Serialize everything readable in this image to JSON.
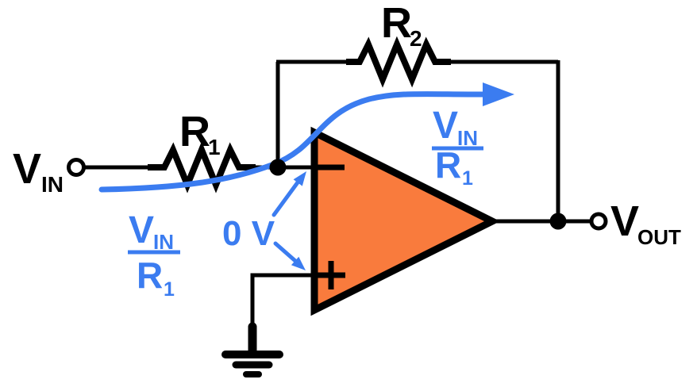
{
  "figure": {
    "title": "Inverting op-amp circuit with current-flow annotation",
    "type": "circuit-schematic"
  },
  "colors": {
    "annotation": "#3B7CF0",
    "opamp_fill": "#F97B3D",
    "wire": "#000000",
    "background": "#FFFFFF"
  },
  "labels": {
    "vin": {
      "base": "V",
      "sub": "IN"
    },
    "vout": {
      "base": "V",
      "sub": "OUT"
    },
    "r1": {
      "base": "R",
      "sub": "1"
    },
    "r2": {
      "base": "R",
      "sub": "2"
    },
    "virtual_ground": "0 V",
    "current_left": {
      "num_base": "V",
      "num_sub": "IN",
      "den_base": "R",
      "den_sub": "1"
    },
    "current_right": {
      "num_base": "V",
      "num_sub": "IN",
      "den_base": "R",
      "den_sub": "1"
    },
    "icons": {
      "inverting_input": "minus",
      "noninverting_input": "plus",
      "ground": "earth-ground",
      "input_terminal": "open-circle",
      "output_terminal": "open-circle",
      "current_arrow": "right-arrow"
    }
  }
}
